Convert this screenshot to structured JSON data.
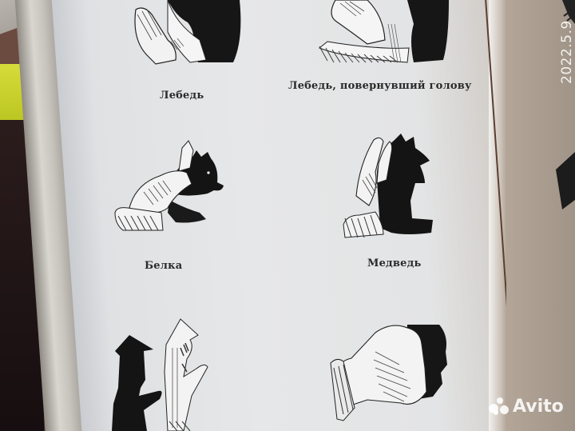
{
  "photo": {
    "subject": "Open book page with hand shadow puppet illustrations",
    "captions": {
      "swan": "Лебедь",
      "swan_turned_head": "Лебедь, повернувший голову",
      "squirrel": "Белка",
      "bear": "Медведь"
    },
    "illustrations": [
      {
        "id": "swan",
        "label": "Лебедь"
      },
      {
        "id": "swan-turned-head",
        "label": "Лебедь, повернувший голову"
      },
      {
        "id": "squirrel",
        "label": "Белка"
      },
      {
        "id": "bear",
        "label": "Медведь"
      },
      {
        "id": "man-with-hat",
        "label": ""
      },
      {
        "id": "face-profile",
        "label": ""
      }
    ]
  },
  "overlays": {
    "date_stamp": "2022.5.9",
    "watermark_brand": "Avito"
  },
  "colors": {
    "page": "#e3e4e5",
    "ink": "#1a1a1a",
    "fabric_yellow": "#c9d02a",
    "fabric_dark": "#1c1214",
    "watermark": "#ffffff"
  }
}
